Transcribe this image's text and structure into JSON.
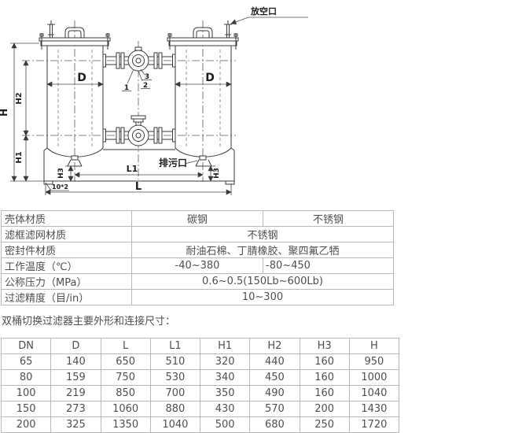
{
  "diagram": {
    "labels": {
      "vent": "放空口",
      "drain": "排污口",
      "dim_D_left": "D",
      "dim_D_right": "D",
      "dim_H": "H",
      "dim_H1": "H1",
      "dim_H2": "H2",
      "dim_H3_left": "H3",
      "dim_H3_right": "H3",
      "dim_L": "L",
      "dim_L1": "L1",
      "foot_note": "10*2",
      "part_1": "1",
      "part_2": "2",
      "part_3": "3"
    }
  },
  "spec_table": {
    "rows": [
      {
        "label": "壳体材质",
        "values": [
          "碳钢",
          "不锈钢"
        ]
      },
      {
        "label": "滤框滤网材质",
        "value": "不锈钢"
      },
      {
        "label": "密封件材质",
        "value": "耐油石棉、丁腈橡胶、聚四氟乙牺"
      },
      {
        "label": "工作温度（℃）",
        "values": [
          "-40~380",
          "-80~450"
        ]
      },
      {
        "label": "公称压力（MPa）",
        "value": "0.6~0.5(150Lb~600Lb)"
      },
      {
        "label": "过滤精度（目/in）",
        "value": "10~300"
      }
    ]
  },
  "caption": "双桶切换过滤器主要外形和连接尺寸：",
  "dimension_table": {
    "headers": [
      "DN",
      "D",
      "L",
      "L1",
      "H1",
      "H2",
      "H3",
      "H"
    ],
    "rows": [
      [
        "65",
        "140",
        "650",
        "510",
        "320",
        "440",
        "160",
        "950"
      ],
      [
        "80",
        "159",
        "750",
        "530",
        "340",
        "450",
        "160",
        "1000"
      ],
      [
        "100",
        "219",
        "850",
        "700",
        "350",
        "490",
        "160",
        "1040"
      ],
      [
        "150",
        "273",
        "1060",
        "880",
        "430",
        "570",
        "200",
        "1430"
      ],
      [
        "200",
        "325",
        "1350",
        "1040",
        "500",
        "680",
        "250",
        "1720"
      ]
    ]
  },
  "colors": {
    "line": "#3a3a3a",
    "table_border": "#b9b9b9",
    "text": "#4f4f4f",
    "label": "#1c1c1c"
  }
}
